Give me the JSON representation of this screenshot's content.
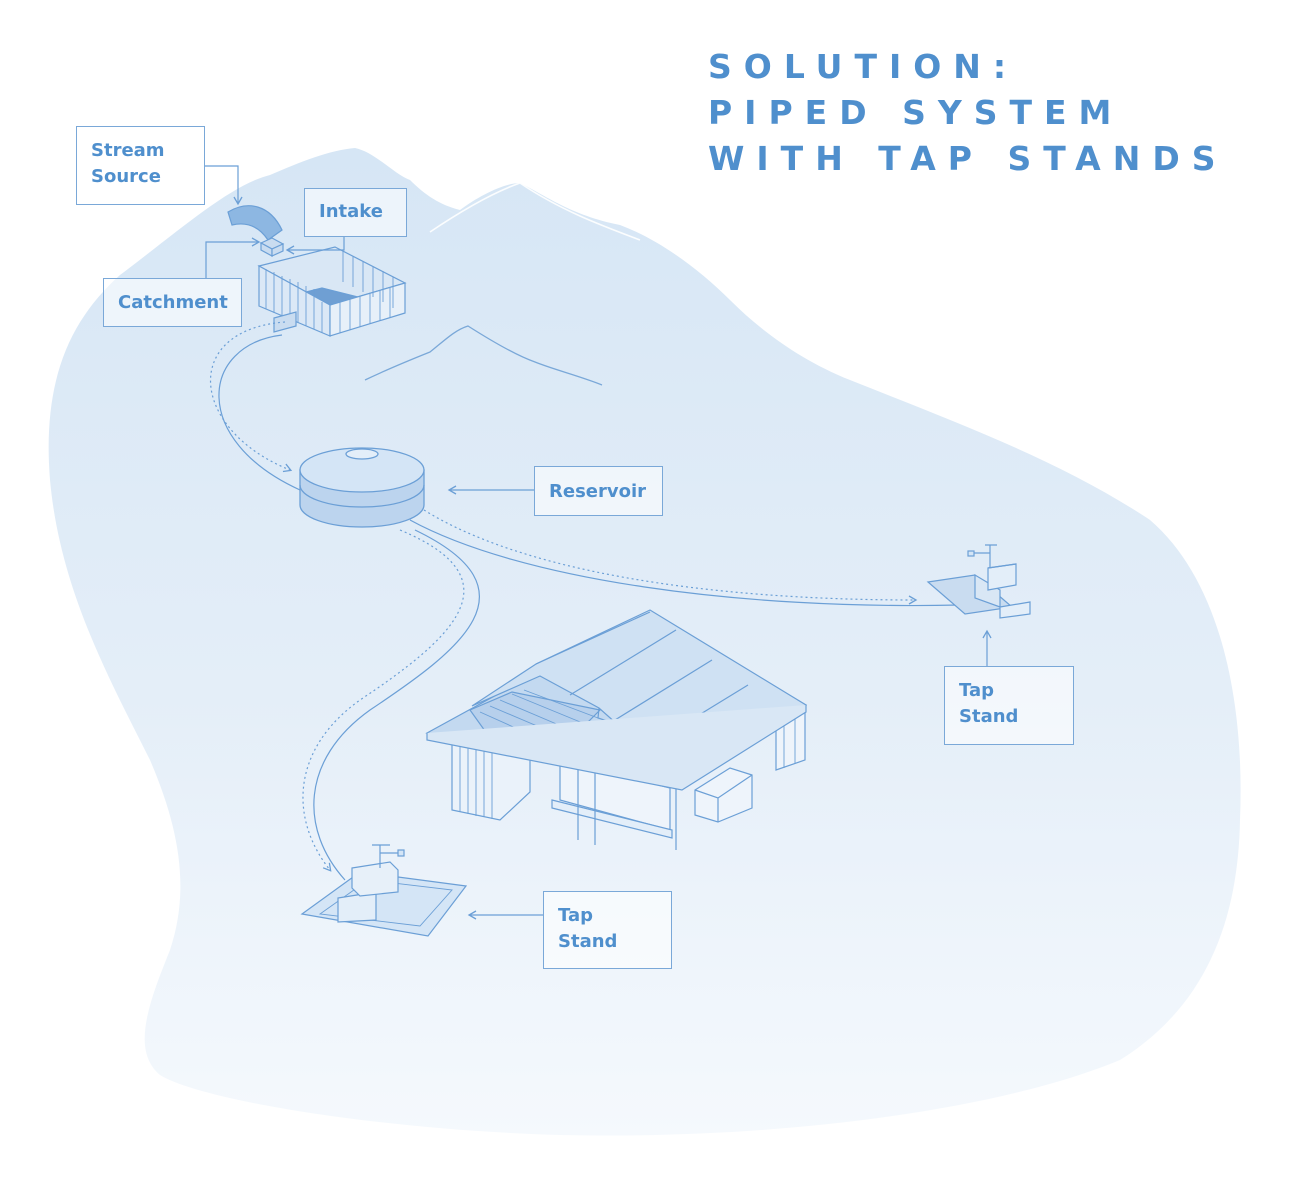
{
  "title": {
    "line1": "SOLUTION:",
    "line2": "PIPED SYSTEM",
    "line3": "WITH TAP STANDS"
  },
  "labels": {
    "stream_source": [
      "Stream",
      "Source"
    ],
    "intake": "Intake",
    "catchment": "Catchment",
    "reservoir": "Reservoir",
    "tap_stand_right": [
      "Tap",
      "Stand"
    ],
    "tap_stand_bottom": [
      "Tap",
      "Stand"
    ]
  },
  "colors": {
    "accent": "#4f8fcd",
    "line": "#6b9fd6",
    "landscape": "#dce9f6"
  }
}
